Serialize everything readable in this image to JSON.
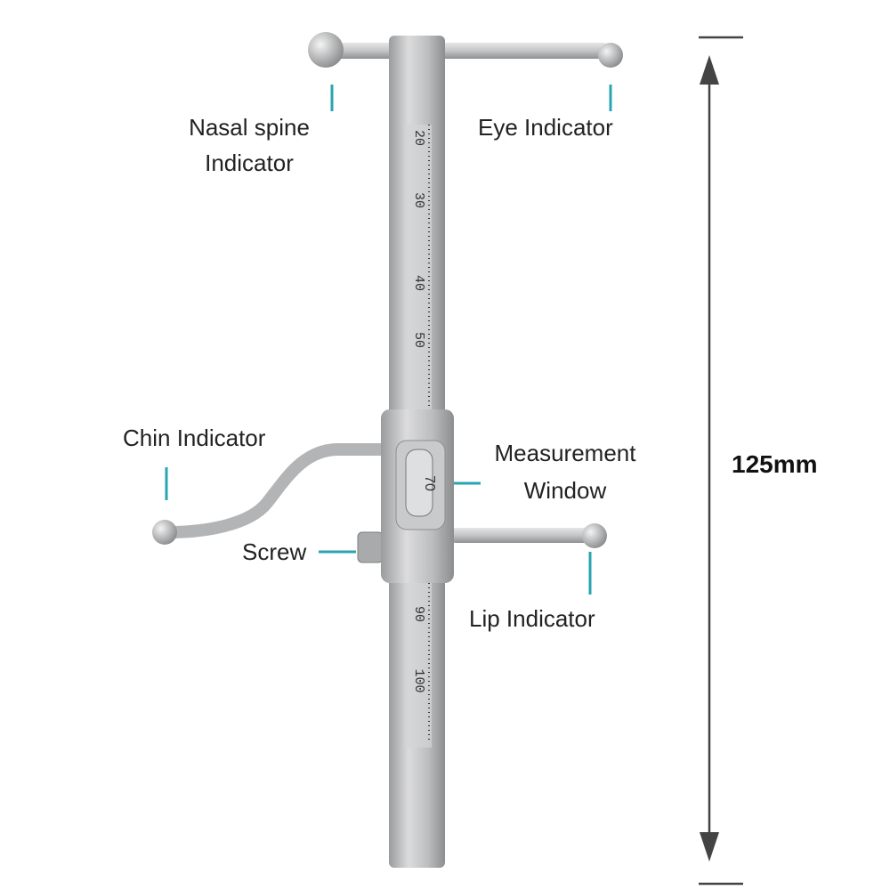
{
  "labels": {
    "nasal_spine": [
      "Nasal spine",
      "Indicator"
    ],
    "eye": "Eye Indicator",
    "chin": "Chin Indicator",
    "measurement_window": [
      "Measurement",
      "Window"
    ],
    "screw": "Screw",
    "lip": "Lip Indicator"
  },
  "dimension": "125mm",
  "scale_marks": [
    "20",
    "30",
    "40",
    "50",
    "70",
    "90",
    "100"
  ],
  "colors": {
    "leader": "#2aa5b0",
    "metal": "#b8b9bb",
    "text": "#222222"
  }
}
